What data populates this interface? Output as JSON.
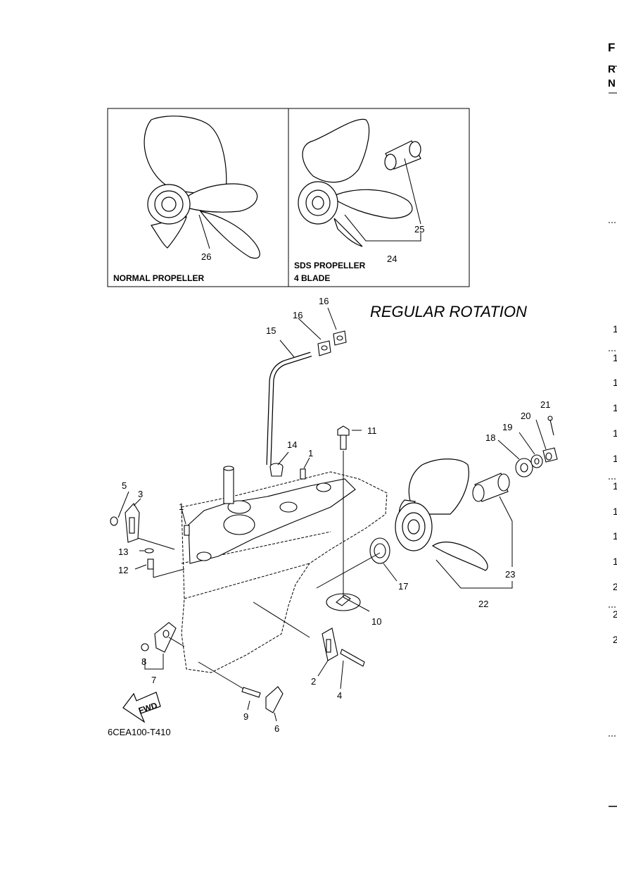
{
  "page_edge": {
    "chars": [
      "F",
      "R",
      "N"
    ],
    "side_numbers": [
      "1",
      "1",
      "1",
      "1",
      "1",
      "1",
      "1",
      "1",
      "1",
      "1",
      "2",
      "2",
      "2"
    ]
  },
  "inset": {
    "normal_caption": "NORMAL PROPELLER",
    "sds_caption_line1": "SDS PROPELLER",
    "sds_caption_line2": "4 BLADE"
  },
  "title": "REGULAR ROTATION",
  "callouts": [
    "1",
    "1",
    "2",
    "3",
    "4",
    "5",
    "6",
    "7",
    "8",
    "9",
    "10",
    "11",
    "12",
    "13",
    "14",
    "15",
    "16",
    "16",
    "17",
    "18",
    "19",
    "20",
    "21",
    "22",
    "23",
    "24",
    "25",
    "26"
  ],
  "fwd_label": "FWD",
  "diagram_code": "6CEA100-T410"
}
